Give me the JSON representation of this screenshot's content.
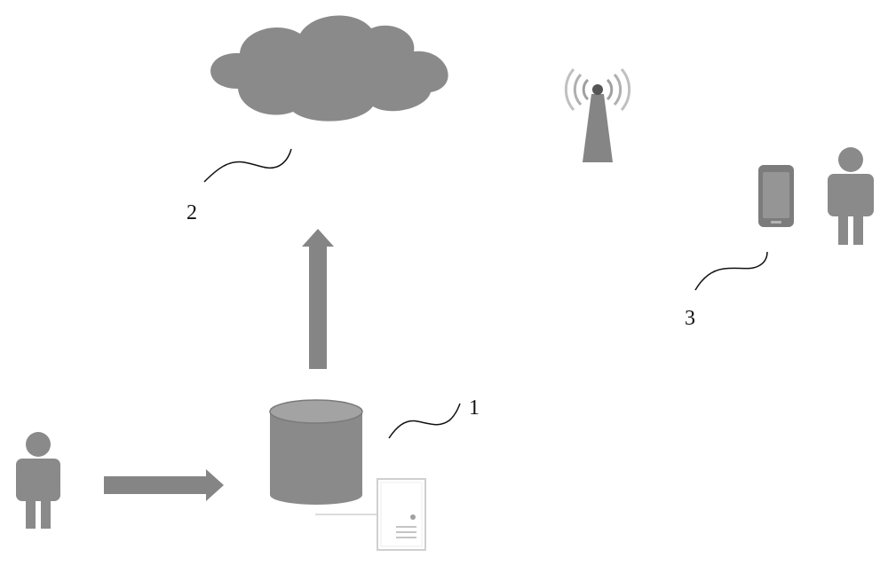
{
  "labels": {
    "database_ref": "1",
    "cloud_ref": "2",
    "phone_ref": "3"
  },
  "colors": {
    "shape_gray": "#8a8a8a",
    "dark_gray": "#7a7a7a",
    "light_gray": "#cfcfcf",
    "leader_line": "#111111"
  },
  "icons": [
    "person-icon",
    "arrow-right-icon",
    "database-icon",
    "server-icon",
    "arrow-up-icon",
    "cloud-icon",
    "antenna-tower-icon",
    "smartphone-icon",
    "person-icon"
  ]
}
